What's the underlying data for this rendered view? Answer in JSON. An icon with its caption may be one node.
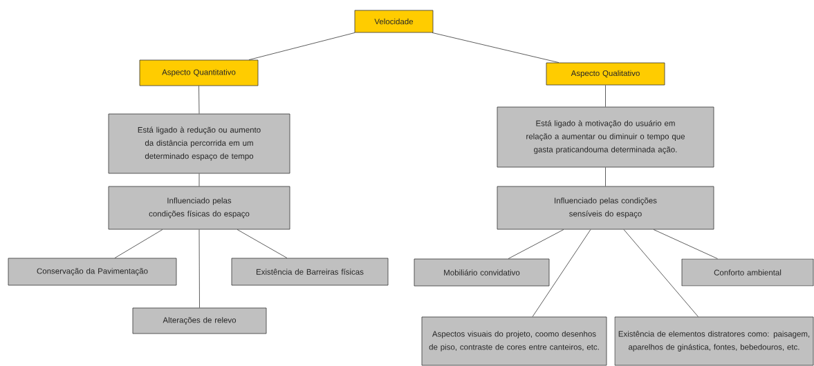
{
  "diagram": {
    "nodes": [
      {
        "text": [
          "Velocidade"
        ]
      },
      {
        "text": [
          "Aspecto Quantitativo"
        ]
      },
      {
        "text": [
          "Aspecto Qualitativo"
        ]
      },
      {
        "text": [
          "Está ligado à redução ou aumento da distância percorrida em um determinado espaço de tempo"
        ]
      },
      {
        "text": [
          "Influenciado pelas condições físicas do espaço"
        ]
      },
      {
        "text": [
          "Está ligado à motivação do usuário em relação a aumentar ou diminuir o tempo que gasta praticandouma determinada ação."
        ]
      },
      {
        "text": [
          "Influenciado pelas condições sensíveis do espaço"
        ]
      },
      {
        "text": [
          "Conservação da Pavimentação"
        ]
      },
      {
        "text": [
          "Existência de Barreiras físicas"
        ]
      },
      {
        "text": [
          "Alterações de relevo"
        ]
      },
      {
        "text": [
          "Mobiliário convidativo"
        ]
      },
      {
        "text": [
          "Conforto ambiental"
        ]
      },
      {
        "text": [
          "Aspectos visuais do projeto, coomo desenhos de piso, contraste de cores entre canteiros, etc."
        ]
      },
      {
        "text": [
          "Existência de elementos distratores como: paisagem, aparelhos de ginástica, fontes, bebedouros, etc."
        ]
      }
    ],
    "edges": [
      {
        "from": 0,
        "to": 1,
        "arrow": "none"
      },
      {
        "from": 0,
        "to": 2,
        "arrow": "none"
      },
      {
        "from": 1,
        "to": 3,
        "arrow": "none"
      },
      {
        "from": 3,
        "to": 4,
        "arrow": "none"
      },
      {
        "from": 2,
        "to": 5,
        "arrow": "none"
      },
      {
        "from": 5,
        "to": 6,
        "arrow": "none"
      },
      {
        "from": 4,
        "to": 7,
        "arrow": "none"
      },
      {
        "from": 4,
        "to": 9,
        "arrow": "none"
      },
      {
        "from": 4,
        "to": 8,
        "arrow": "none"
      },
      {
        "from": 6,
        "to": 10,
        "arrow": "none"
      },
      {
        "from": 6,
        "to": 12,
        "arrow": "none"
      },
      {
        "from": 6,
        "to": 13,
        "arrow": "none"
      },
      {
        "from": 6,
        "to": 11,
        "arrow": "none"
      }
    ]
  }
}
